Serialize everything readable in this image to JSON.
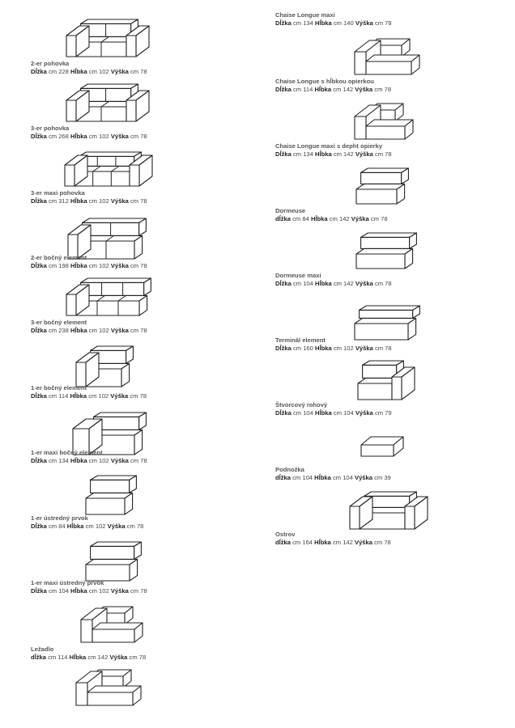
{
  "left_items": [
    {
      "name": "",
      "dims": [
        {
          "key": "",
          "value": ""
        }
      ],
      "icon": "3-seat-sofa-icon"
    },
    {
      "name": "2-er pohovka",
      "dims": [
        {
          "key": "Dĺžka",
          "value": "cm 228"
        },
        {
          "key": "Hĺbka",
          "value": "cm 102"
        },
        {
          "key": "Výška",
          "value": "cm 78"
        }
      ],
      "icon": "3-seat-sofa-icon"
    },
    {
      "name": "3-er pohovka",
      "dims": [
        {
          "key": "Dĺžka",
          "value": "cm 268"
        },
        {
          "key": "Hĺbka",
          "value": "cm 102"
        },
        {
          "key": "Výška",
          "value": "cm 78"
        }
      ],
      "icon": "3-seat-maxi-sofa-icon"
    },
    {
      "name": "3-er maxi pohovka",
      "dims": [
        {
          "key": "Dĺžka",
          "value": "cm 312"
        },
        {
          "key": "Hĺbka",
          "value": "cm 102"
        },
        {
          "key": "Výška",
          "value": "cm 78"
        }
      ],
      "icon": "2-seat-side-element-icon"
    },
    {
      "name": "2-er bočný element",
      "dims": [
        {
          "key": "Dĺžka",
          "value": "cm 198"
        },
        {
          "key": "Hĺbka",
          "value": "cm 102"
        },
        {
          "key": "Výška",
          "value": "cm 78"
        }
      ],
      "icon": "3-seat-side-element-icon"
    },
    {
      "name": "3-er bočný element",
      "dims": [
        {
          "key": "Dĺžka",
          "value": "cm 238"
        },
        {
          "key": "Hĺbka",
          "value": "cm 102"
        },
        {
          "key": "Výška",
          "value": "cm 78"
        }
      ],
      "icon": "1-seat-side-element-icon"
    },
    {
      "name": "1-er bočný element",
      "dims": [
        {
          "key": "Dĺžka",
          "value": "cm 114"
        },
        {
          "key": "Hĺbka",
          "value": "cm 102"
        },
        {
          "key": "Výška",
          "value": "cm 78"
        }
      ],
      "icon": "1-seat-maxi-side-element-icon"
    },
    {
      "name": "1-er maxi bočný element",
      "dims": [
        {
          "key": "Dĺžka",
          "value": "cm 134"
        },
        {
          "key": "Hĺbka",
          "value": "cm 102"
        },
        {
          "key": "Výška",
          "value": "cm 78"
        }
      ],
      "icon": "1-seat-center-unit-icon"
    },
    {
      "name": "1-er ústredný prvok",
      "dims": [
        {
          "key": "Dĺžka",
          "value": "cm 84"
        },
        {
          "key": "Hĺbka",
          "value": "cm 102"
        },
        {
          "key": "Výška",
          "value": "cm 78"
        }
      ],
      "icon": "1-seat-maxi-center-unit-icon"
    },
    {
      "name": "1-er maxi ústredný prvok",
      "dims": [
        {
          "key": "Dĺžka",
          "value": "cm 104"
        },
        {
          "key": "Hĺbka",
          "value": "cm 102"
        },
        {
          "key": "Výška",
          "value": "cm 78"
        }
      ],
      "icon": "chaise-longue-icon"
    },
    {
      "name": "Ležadlo",
      "dims": [
        {
          "key": "dĺžka",
          "value": "cm 114"
        },
        {
          "key": "Hĺbka",
          "value": "cm 142"
        },
        {
          "key": "Výška",
          "value": "cm 78"
        }
      ],
      "icon": "chaise-longue-maxi-icon"
    }
  ],
  "right_items": [
    {
      "name": "Chaise Longue maxi",
      "dims": [
        {
          "key": "Dĺžka",
          "value": "cm 134"
        },
        {
          "key": "Hĺbka",
          "value": "cm 140"
        },
        {
          "key": "Výška",
          "value": "cm 78"
        }
      ],
      "icon": "chaise-longue-deep-armrest-icon"
    },
    {
      "name": "Chaise Longue s hĺbkou opierkou",
      "dims": [
        {
          "key": "Dĺžka",
          "value": "cm 114"
        },
        {
          "key": "Hĺbka",
          "value": "cm 142"
        },
        {
          "key": "Výška",
          "value": "cm 78"
        }
      ],
      "icon": "chaise-longue-maxi-deep-armrest-icon"
    },
    {
      "name": "Chaise Longue maxi s depht opierky",
      "dims": [
        {
          "key": "Dĺžka",
          "value": "cm 134"
        },
        {
          "key": "Hĺbka",
          "value": "cm 142"
        },
        {
          "key": "Výška",
          "value": "cm 78"
        }
      ],
      "icon": "dormeuse-icon"
    },
    {
      "name": "Dormeuse",
      "dims": [
        {
          "key": "dĺžka",
          "value": "cm 84"
        },
        {
          "key": "Hĺbka",
          "value": "cm 142"
        },
        {
          "key": "Výška",
          "value": "cm 78"
        }
      ],
      "icon": "dormeuse-maxi-icon"
    },
    {
      "name": "Dormeuse maxi",
      "dims": [
        {
          "key": "Dĺžka",
          "value": "cm 104"
        },
        {
          "key": "Hĺbka",
          "value": "cm 142"
        },
        {
          "key": "Výška",
          "value": "cm 78"
        }
      ],
      "icon": "terminal-element-icon"
    },
    {
      "name": "Terminál element",
      "dims": [
        {
          "key": "Dĺžka",
          "value": "cm 160"
        },
        {
          "key": "Hĺbka",
          "value": "cm 102"
        },
        {
          "key": "Výška",
          "value": "cm 78"
        }
      ],
      "icon": "square-corner-unit-icon"
    },
    {
      "name": "Štvorcový rohový",
      "dims": [
        {
          "key": "Dĺžka",
          "value": "cm 104"
        },
        {
          "key": "Hĺbka",
          "value": "cm 104"
        },
        {
          "key": "Výška",
          "value": "cm 79"
        }
      ],
      "icon": "footstool-icon"
    },
    {
      "name": "Podnožka",
      "dims": [
        {
          "key": "dĺžka",
          "value": "cm 104"
        },
        {
          "key": "Hĺbka",
          "value": "cm 104"
        },
        {
          "key": "Výška",
          "value": "cm 39"
        }
      ],
      "icon": "island-icon"
    },
    {
      "name": "Ostrov",
      "dims": [
        {
          "key": "dĺžka",
          "value": "cm 164"
        },
        {
          "key": "Hĺbka",
          "value": "cm 142"
        },
        {
          "key": "Výška",
          "value": "cm 78"
        }
      ],
      "icon": ""
    }
  ]
}
